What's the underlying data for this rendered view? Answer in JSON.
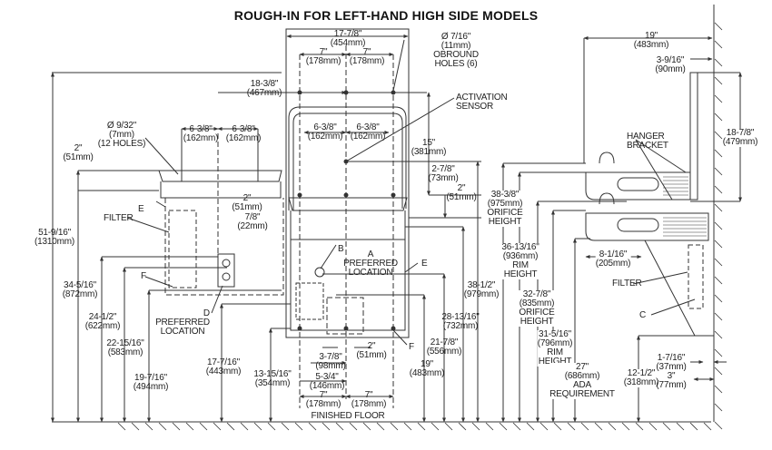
{
  "title": "ROUGH-IN FOR LEFT-HAND HIGH SIDE MODELS",
  "front_view": {
    "top_width": {
      "in": "17-7/8\"",
      "mm": "(454mm)"
    },
    "top_left_7": {
      "in": "7\"",
      "mm": "(178mm)"
    },
    "top_right_7": {
      "in": "7\"",
      "mm": "(178mm)"
    },
    "obround": {
      "l1": "Ø 7/16\"",
      "l2": "(11mm)",
      "l3": "OBROUND",
      "l4": "HOLES (6)"
    },
    "activation_sensor": {
      "l1": "ACTIVATION",
      "l2": "SENSOR"
    },
    "offset_18": {
      "in": "18-3/8\"",
      "mm": "(467mm)"
    },
    "holes_12": {
      "l1": "Ø 9/32\"",
      "l2": "(7mm)",
      "l3": "(12 HOLES)"
    },
    "left_unit_63_a": {
      "in": "6-3/8\"",
      "mm": "(162mm)"
    },
    "left_unit_63_b": {
      "in": "6-3/8\"",
      "mm": "(162mm)"
    },
    "right_unit_63_a": {
      "in": "6-3/8\"",
      "mm": "(162mm)"
    },
    "right_unit_63_b": {
      "in": "6-3/8\"",
      "mm": "(162mm)"
    },
    "dim_15": {
      "in": "15\"",
      "mm": "(381mm)"
    },
    "dim_2_7_8": {
      "in": "2-7/8\"",
      "mm": "(73mm)"
    },
    "dim_2_right": {
      "in": "2\"",
      "mm": "(51mm)"
    },
    "dim_2_left": {
      "in": "2\"",
      "mm": "(51mm)"
    },
    "dim_2_mid": {
      "in": "2\"",
      "mm": "(51mm)"
    },
    "dim_7_8": {
      "in": "7/8\"",
      "mm": "(22mm)"
    },
    "dim_51_9": {
      "in": "51-9/16\"",
      "mm": "(1310mm)"
    },
    "dim_34_5": {
      "in": "34-5/16\"",
      "mm": "(872mm)"
    },
    "dim_24_1": {
      "in": "24-1/2\"",
      "mm": "(622mm)"
    },
    "dim_22_15": {
      "in": "22-15/16\"",
      "mm": "(583mm)"
    },
    "dim_19_7": {
      "in": "19-7/16\"",
      "mm": "(494mm)"
    },
    "dim_17_7": {
      "in": "17-7/16\"",
      "mm": "(443mm)"
    },
    "dim_13_15": {
      "in": "13-15/16\"",
      "mm": "(354mm)"
    },
    "dim_3_7_8": {
      "in": "3-7/8\"",
      "mm": "(98mm)"
    },
    "dim_5_3_4": {
      "in": "5-3/4\"",
      "mm": "(146mm)"
    },
    "dim_2_bottom": {
      "in": "2\"",
      "mm": "(51mm)"
    },
    "bottom_7_left": {
      "in": "7\"",
      "mm": "(178mm)"
    },
    "bottom_7_right": {
      "in": "7\"",
      "mm": "(178mm)"
    },
    "dim_19": {
      "in": "19\"",
      "mm": "(483mm)"
    },
    "dim_21_7": {
      "in": "21-7/8\"",
      "mm": "(556mm)"
    },
    "dim_28_13": {
      "in": "28-13/16\"",
      "mm": "(732mm)"
    },
    "dim_38_1": {
      "in": "38-1/2\"",
      "mm": "(979mm)"
    },
    "filter": "FILTER",
    "label_e_left": "E",
    "label_e_right": "E",
    "label_f_left": "F",
    "label_f_right": "F",
    "label_b": "B",
    "pref_a": {
      "l1": "A",
      "l2": "PREFERRED",
      "l3": "LOCATION"
    },
    "pref_d": {
      "l1": "D",
      "l2": "PREFERRED",
      "l3": "LOCATION"
    },
    "finished_floor": "FINISHED FLOOR"
  },
  "side_view": {
    "dim_19": {
      "in": "19\"",
      "mm": "(483mm)"
    },
    "dim_3_9": {
      "in": "3-9/16\"",
      "mm": "(90mm)"
    },
    "dim_18_7": {
      "in": "18-7/8\"",
      "mm": "(479mm)"
    },
    "hanger_bracket": {
      "l1": "HANGER",
      "l2": "BRACKET"
    },
    "orifice_38": {
      "in": "38-3/8\"",
      "mm": "(975mm)",
      "l1": "ORIFICE",
      "l2": "HEIGHT"
    },
    "rim_36": {
      "in": "36-13/16\"",
      "mm": "(936mm)",
      "l1": "RIM",
      "l2": "HEIGHT"
    },
    "orifice_32": {
      "in": "32-7/8\"",
      "mm": "(835mm)",
      "l1": "ORIFICE",
      "l2": "HEIGHT"
    },
    "rim_31": {
      "in": "31-5/16\"",
      "mm": "(796mm)",
      "l1": "RIM",
      "l2": "HEIGHT"
    },
    "ada_27": {
      "in": "27\"",
      "mm": "(686mm)",
      "l1": "ADA",
      "l2": "REQUIREMENT"
    },
    "dim_8_1": {
      "in": "8-1/16\"",
      "mm": "(205mm)"
    },
    "filter": "FILTER",
    "label_c": "C",
    "dim_12_1": {
      "in": "12-1/2\"",
      "mm": "(318mm)"
    },
    "dim_1_7": {
      "in": "1-7/16\"",
      "mm": "(37mm)"
    },
    "dim_3": {
      "in": "3\"",
      "mm": "(77mm)"
    }
  }
}
